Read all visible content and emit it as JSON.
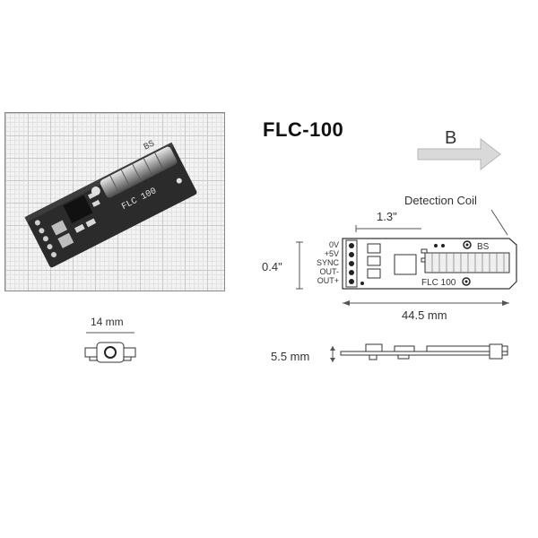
{
  "title": "FLC-100",
  "field_label": "B",
  "photo": {
    "board_label_bs": "BS",
    "board_label_model": "FLC 100"
  },
  "top_view": {
    "detection_coil_label": "Detection Coil",
    "coil_length_label": "1.3\"",
    "height_label": "0.4\"",
    "length_label": "44.5 mm",
    "pins": [
      "0V",
      "+5V",
      "SYNC",
      "OUT-",
      "OUT+"
    ],
    "board_label_bs": "BS",
    "board_label_model": "FLC 100"
  },
  "end_view": {
    "width_label": "14 mm"
  },
  "side_view": {
    "thickness_label": "5.5 mm"
  },
  "colors": {
    "arrow_fill": "#d9d9d9",
    "arrow_stroke": "#b5b5b5",
    "pcb": "#2b2b2b",
    "coil": "#9a9a9a"
  }
}
